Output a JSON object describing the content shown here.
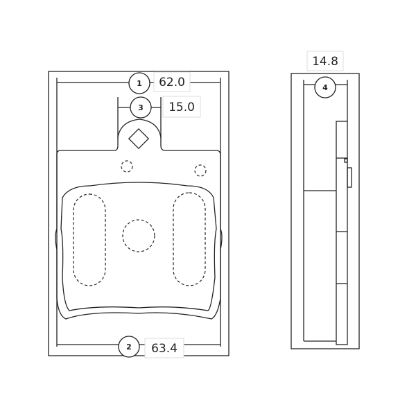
{
  "diagram": {
    "title": "Brake pad dimension drawing",
    "dimensions": [
      {
        "id": "1",
        "value": "62.0"
      },
      {
        "id": "2",
        "value": "63.4"
      },
      {
        "id": "3",
        "value": "15.0"
      },
      {
        "id": "4",
        "value": "14.8"
      }
    ]
  }
}
